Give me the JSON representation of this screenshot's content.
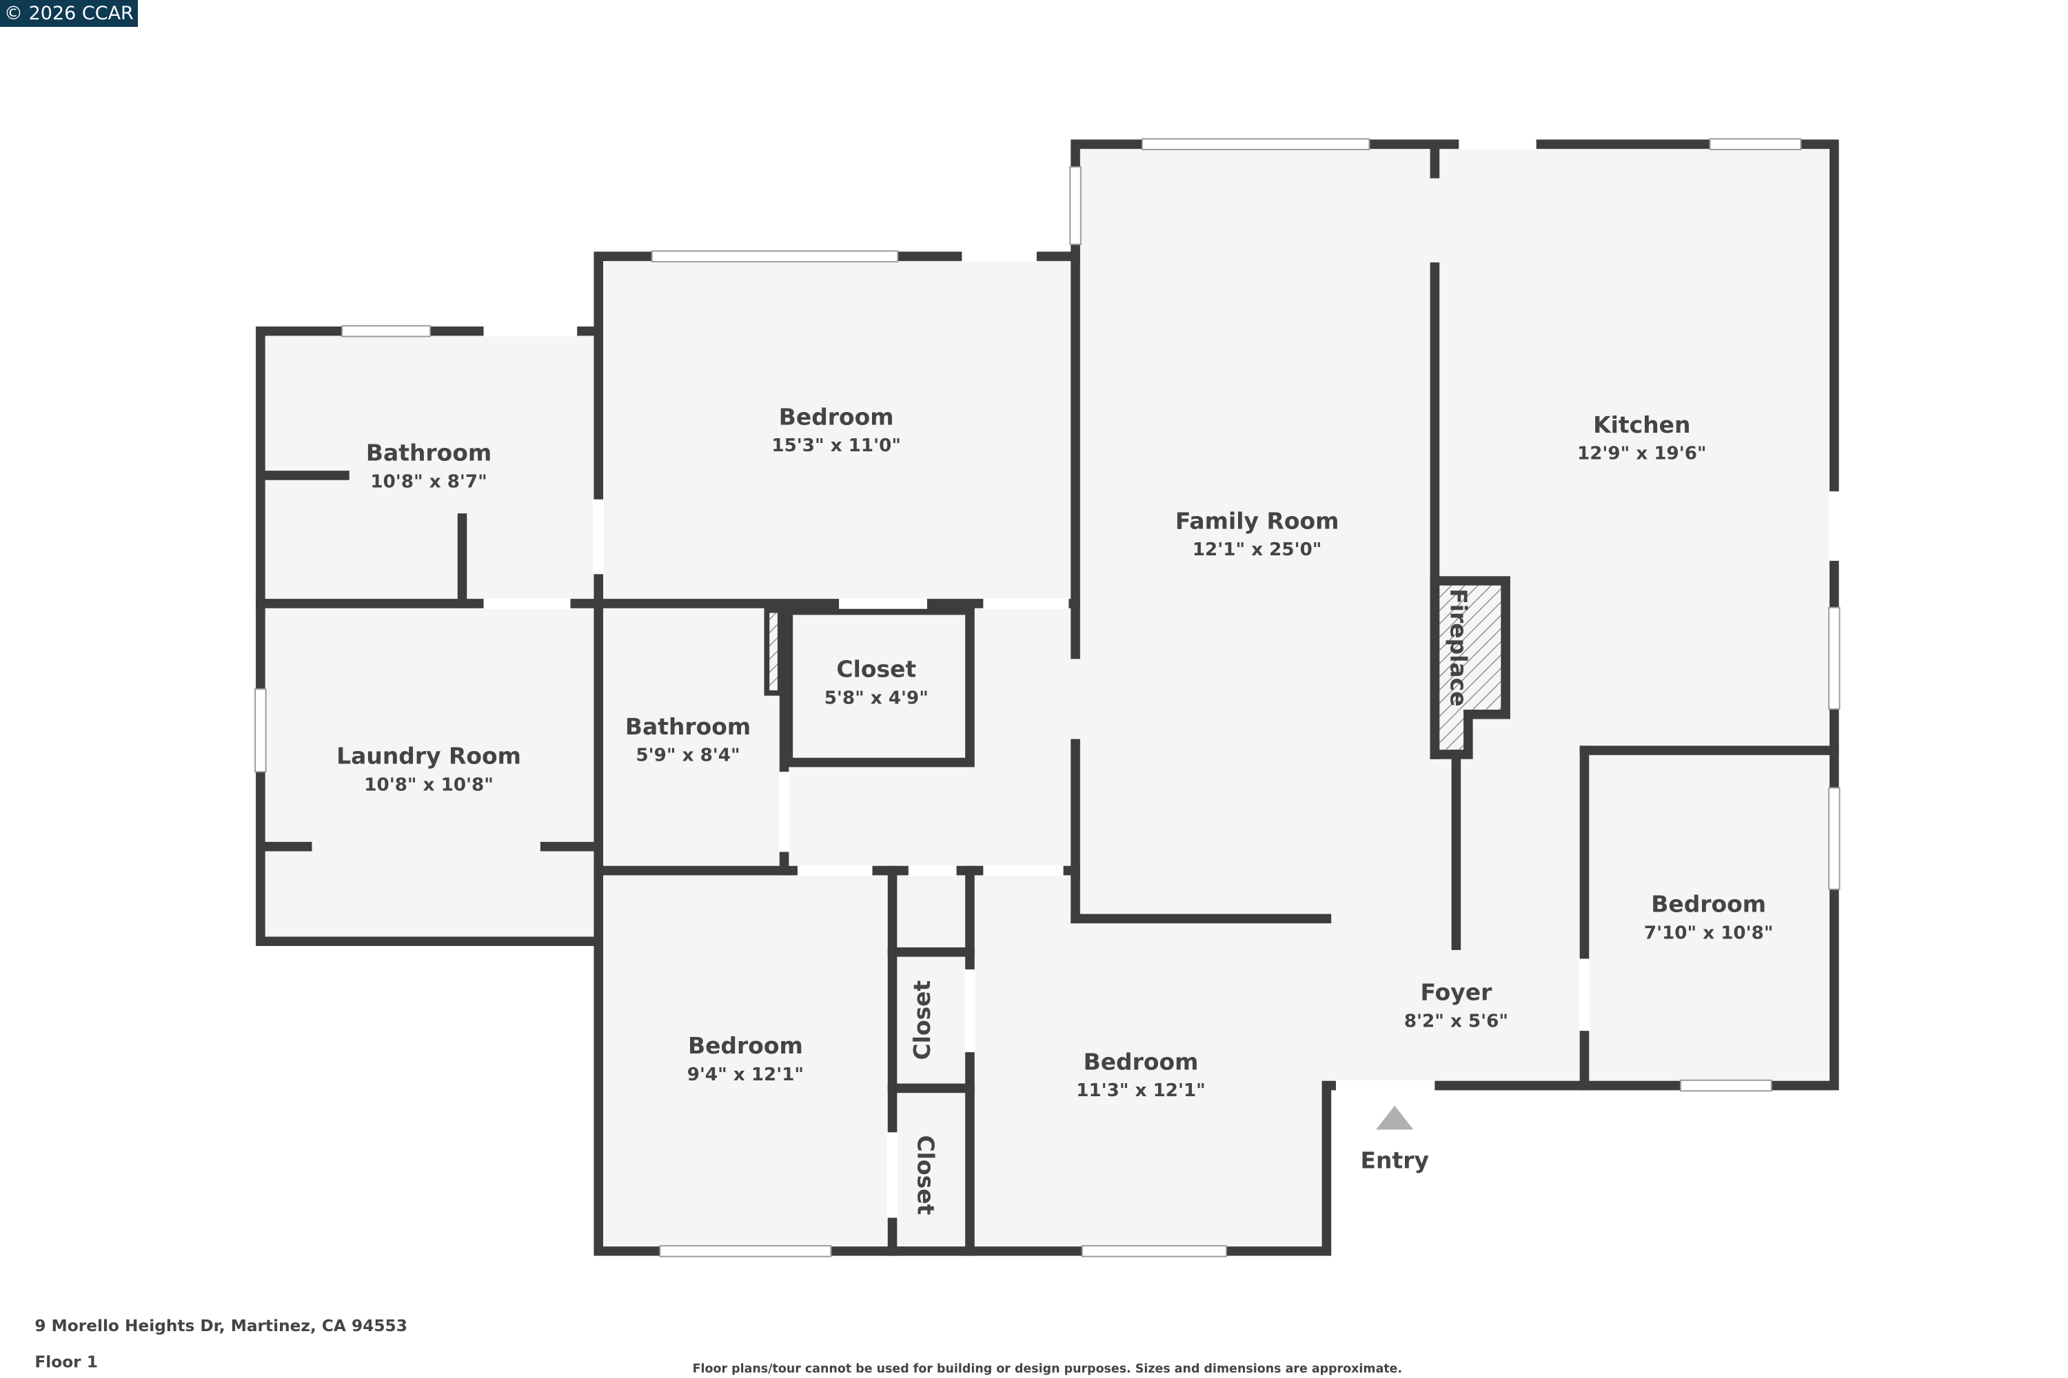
{
  "copyright": "© 2026 CCAR",
  "address": "9 Morello Heights Dr, Martinez, CA 94553",
  "floor_label": "Floor 1",
  "disclaimer": "Floor plans/tour cannot be used for building or design purposes. Sizes and dimensions are approximate.",
  "entry_label": "Entry",
  "fireplace_label": "Fireplace",
  "rooms": [
    {
      "name": "Bathroom",
      "dims": "10'8\" x 8'7\""
    },
    {
      "name": "Bedroom",
      "dims": "15'3\" x 11'0\""
    },
    {
      "name": "Family Room",
      "dims": "12'1\" x 25'0\""
    },
    {
      "name": "Kitchen",
      "dims": "12'9\" x 19'6\""
    },
    {
      "name": "Laundry Room",
      "dims": "10'8\" x 10'8\""
    },
    {
      "name": "Bathroom",
      "dims": "5'9\" x 8'4\""
    },
    {
      "name": "Closet",
      "dims": "5'8\" x 4'9\""
    },
    {
      "name": "Bedroom",
      "dims": "9'4\" x 12'1\""
    },
    {
      "name": "Closet",
      "dims": ""
    },
    {
      "name": "Closet",
      "dims": ""
    },
    {
      "name": "Bedroom",
      "dims": "11'3\" x 12'1\""
    },
    {
      "name": "Foyer",
      "dims": "8'2\" x 5'6\""
    },
    {
      "name": "Bedroom",
      "dims": "7'10\" x 10'8\""
    }
  ],
  "colors": {
    "wall": "#3d3d3d",
    "floor": "#f5f5f5",
    "badge": "#0e3a52"
  }
}
